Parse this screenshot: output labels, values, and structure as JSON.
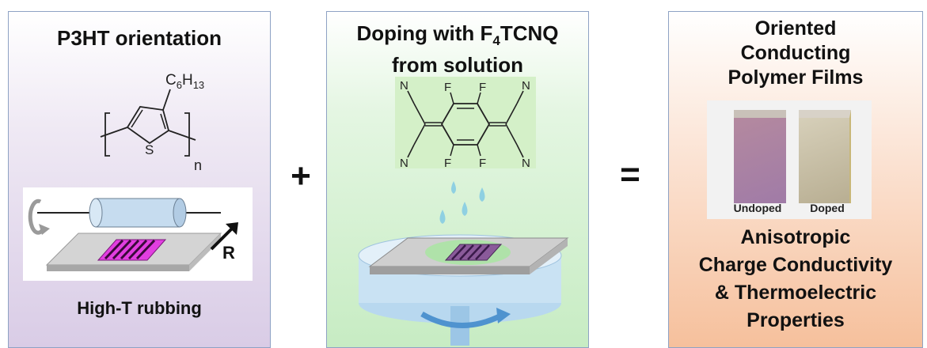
{
  "panel1": {
    "title": "P3HT orientation",
    "substituent": "C6H13",
    "subscript_n": "n",
    "sulfur": "S",
    "rubbing_direction": "R",
    "caption": "High-T rubbing"
  },
  "operator_plus": "+",
  "panel2": {
    "title_main": "Doping with F",
    "title_sub": "4",
    "title_suffix": "TCNQ",
    "title_line2": "from solution",
    "atom_n": "N",
    "atom_f": "F"
  },
  "operator_equals": "=",
  "panel3": {
    "title_lines": [
      "Oriented",
      "Conducting",
      "Polymer Films"
    ],
    "undoped_label": "Undoped",
    "doped_label": "Doped",
    "bottom_lines": [
      "Anisotropic",
      "Charge Conductivity",
      "& Thermoelectric",
      "Properties"
    ]
  },
  "colors": {
    "panel1_bg": "#d9cce6",
    "panel2_bg": "#c7ecc3",
    "panel3_bg": "#f6c09c",
    "stripe_magenta": "#e23ee0",
    "roller_blue": "#c6dcef",
    "droplet_blue": "#8fd0e2",
    "spin_arrow_blue": "#4f93cf"
  }
}
